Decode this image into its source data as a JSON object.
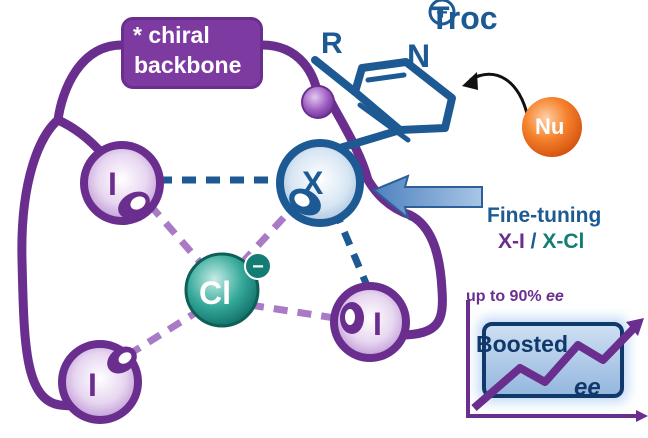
{
  "backbone_tag": {
    "line1": "* chiral",
    "line2": "backbone"
  },
  "pyridinium": {
    "substituent": "R",
    "nitrogen": "N",
    "charge": "+",
    "protecting_group": "Troc"
  },
  "nucleophile": {
    "label": "Nu"
  },
  "donors": {
    "iodine_top_left": "I",
    "iodine_bottom_left": "I",
    "iodine_right": "I",
    "variable_atom": "X"
  },
  "anion": {
    "label": "Cl",
    "charge": "−"
  },
  "fine_tuning": {
    "title": "Fine-tuning",
    "xi": "X-I",
    "separator": " / ",
    "xcl": "X-Cl"
  },
  "result": {
    "headline_prefix": "up to 90% ",
    "headline_ee": "ee",
    "box_title": "Boosted",
    "box_ee": "ee"
  },
  "colors": {
    "backbone_purple": "#6a2f8e",
    "bond_blue": "#1d5a93",
    "anion_teal": "#137c74",
    "nucleophile_orange": "#f06a1e"
  }
}
